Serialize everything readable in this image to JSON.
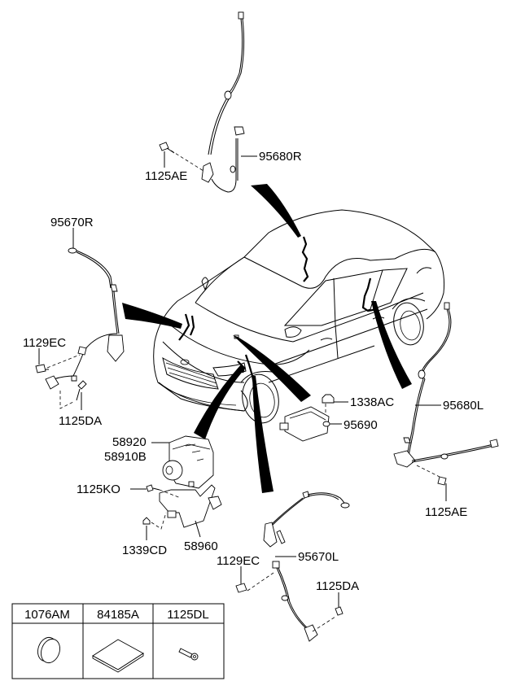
{
  "diagram": {
    "title": "ABS wheel speed sensor & hydraulic module parts diagram",
    "callouts": [
      {
        "id": "95680R",
        "label": "95680R",
        "part": "Rear wheel speed sensor (right)"
      },
      {
        "id": "1125AE-top",
        "label": "1125AE",
        "part": "Bolt"
      },
      {
        "id": "95670R",
        "label": "95670R",
        "part": "Front wheel speed sensor (right)"
      },
      {
        "id": "1129EC-left",
        "label": "1129EC",
        "part": "Bolt"
      },
      {
        "id": "1125DA-left",
        "label": "1125DA",
        "part": "Bolt"
      },
      {
        "id": "1338AC",
        "label": "1338AC",
        "part": "Nut"
      },
      {
        "id": "95690",
        "label": "95690",
        "part": "Sensor module"
      },
      {
        "id": "95680L",
        "label": "95680L",
        "part": "Rear wheel speed sensor (left)"
      },
      {
        "id": "1125AE-right",
        "label": "1125AE",
        "part": "Bolt"
      },
      {
        "id": "58920",
        "label": "58920",
        "part": "ABS hydraulic module"
      },
      {
        "id": "58910B",
        "label": "58910B",
        "part": "ABS module assembly"
      },
      {
        "id": "1125KO",
        "label": "1125KO",
        "part": "Bolt"
      },
      {
        "id": "1339CD",
        "label": "1339CD",
        "part": "Nut"
      },
      {
        "id": "58960",
        "label": "58960",
        "part": "Bracket"
      },
      {
        "id": "1129EC-bottom",
        "label": "1129EC",
        "part": "Bolt"
      },
      {
        "id": "95670L",
        "label": "95670L",
        "part": "Front wheel speed sensor (left)"
      },
      {
        "id": "1125DA-bottom",
        "label": "1125DA",
        "part": "Bolt"
      }
    ]
  },
  "legend_table": {
    "columns": [
      {
        "code": "1076AM",
        "icon": "plug-cap-icon"
      },
      {
        "code": "84185A",
        "icon": "pad-icon"
      },
      {
        "code": "1125DL",
        "icon": "bolt-icon"
      }
    ]
  }
}
